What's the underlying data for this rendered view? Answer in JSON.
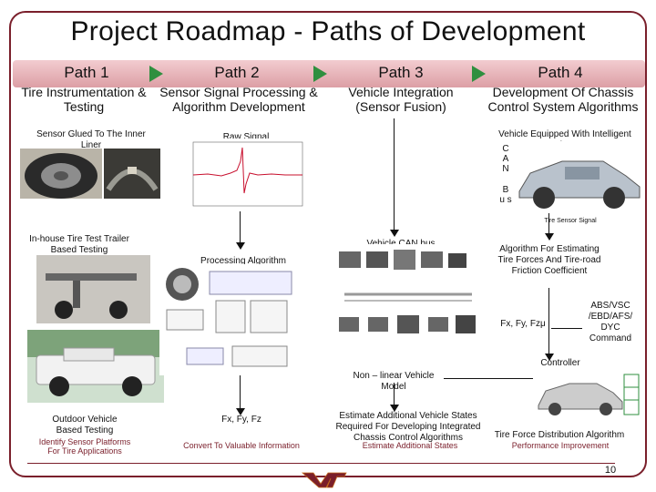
{
  "title": "Project Roadmap - Paths of Development",
  "paths": [
    {
      "head": "Path 1",
      "sub": "Tire Instrumentation & Testing"
    },
    {
      "head": "Path 2",
      "sub": "Sensor Signal Processing & Algorithm Development"
    },
    {
      "head": "Path 3",
      "sub": "Vehicle Integration (Sensor Fusion)"
    },
    {
      "head": "Path 4",
      "sub": "Development Of Chassis Control System Algorithms"
    }
  ],
  "path1": {
    "sensor_glued": "Sensor Glued To The Inner Liner",
    "trailer": "In-house Tire Test Trailer Based Testing",
    "outdoor": "Outdoor Vehicle Based Testing",
    "footer": "Identify Sensor Platforms For Tire Applications"
  },
  "path2": {
    "raw_signal": "Raw Signal",
    "processing": "Processing Algorithm",
    "fxfyfz": "Fx, Fy, Fz",
    "footer": "Convert To Valuable Information"
  },
  "path3": {
    "can_bus": "Vehicle CAN bus",
    "nonlinear": "Non – linear Vehicle Model",
    "estimate": "Estimate Additional Vehicle States Required For Developing Integrated Chassis Control Algorithms",
    "footer": "Estimate Additional States"
  },
  "path4": {
    "equipped": "Vehicle Equipped With Intelligent Tires",
    "can_letters": "C A N",
    "bus_letters": "B u s",
    "tire_sensor": "Tire Sensor Signal",
    "algorithm": "Algorithm For Estimating Tire Forces And Tire-road Friction Coefficient",
    "fxfymu": "Fx, Fy, Fzμ",
    "abs": "ABS/VSC /EBD/AFS/ DYC Command",
    "controller": "Controller",
    "tire_force": "Tire Force Distribution Algorithm",
    "footer": "Performance Improvement"
  },
  "page_number": "10",
  "colors": {
    "frame": "#7a1f2b",
    "band": "#c0505b",
    "arrow_fill": "#2f8f3f",
    "footer_text": "#7a1f2b"
  }
}
